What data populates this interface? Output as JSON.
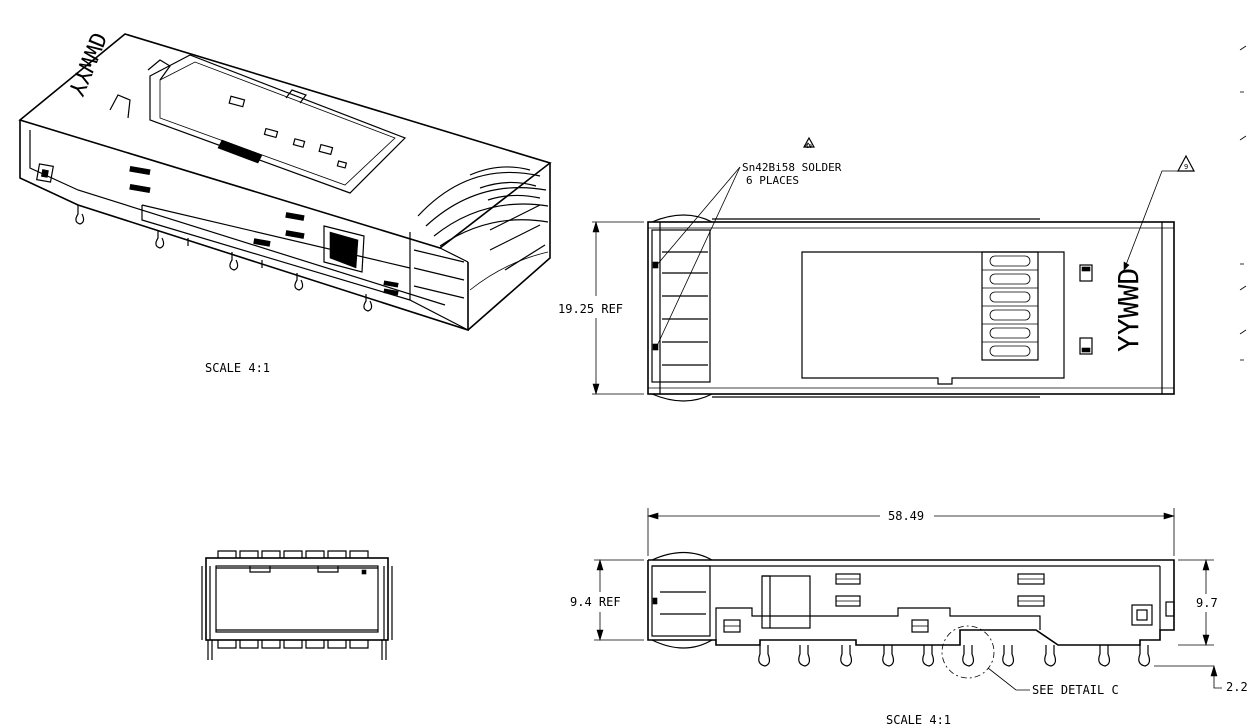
{
  "iso_view": {
    "marking": "YYWWD",
    "scale_label": "SCALE  4:1"
  },
  "top_view": {
    "solder_note_line1": "Sn42Bi58 SOLDER",
    "solder_note_line2": "6 PLACES",
    "flag_note_10": "10",
    "flag_note_9": "9",
    "marking": "YYWWD",
    "dim_width": "19.25 REF"
  },
  "side_view": {
    "dim_length": "58.49",
    "dim_height_ref": "9.4 REF",
    "dim_height": "9.7",
    "dim_pin": "2.2",
    "detail_callout": "SEE DETAIL  C",
    "scale_label": "SCALE  4:1"
  }
}
